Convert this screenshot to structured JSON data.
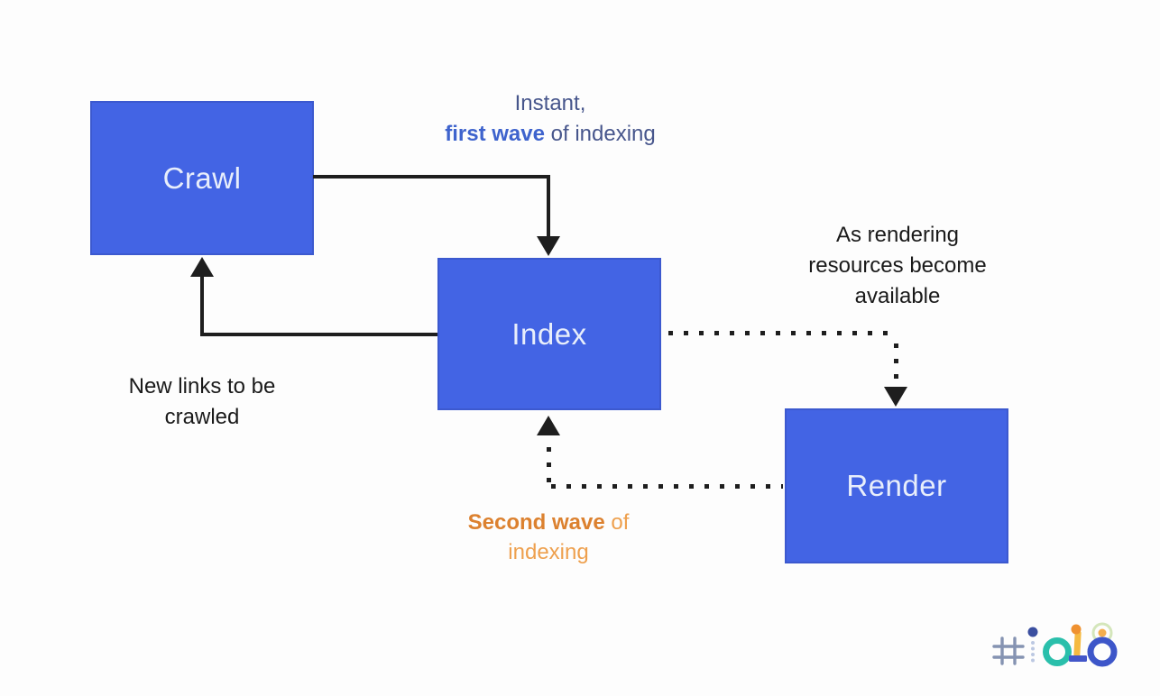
{
  "title": "Crawl Index Render flow diagram",
  "colors": {
    "bg": "#fdfdfd",
    "box_fill": "#4364e4",
    "box_border": "#3c59cf",
    "box_text": "#e8eefb",
    "arrow": "#1e1e1e",
    "slate_blue_text": "#47568c",
    "accent_blue_text": "#3e63cd",
    "black_text": "#1a1a1a",
    "orange_bold": "#dc812f",
    "orange_regular": "#eea04e",
    "logo_hash": "#8593b2",
    "logo_i_dot": "#3b4fa0",
    "logo_i_stem": "#bcc8e2",
    "logo_o_ring": "#2abfab",
    "logo_one_ball": "#ef9130",
    "logo_one_stem": "#f5ba41",
    "logo_one_base": "#4356c9",
    "logo_halo": "#d4e6bb",
    "logo_halo_core": "#f3ae4e",
    "logo_eight_ring": "#3d56c9"
  },
  "nodes": {
    "crawl": {
      "label": "Crawl"
    },
    "index": {
      "label": "Index"
    },
    "render": {
      "label": "Render"
    }
  },
  "edges": [
    {
      "from": "crawl",
      "to": "index",
      "style": "solid",
      "label": "Instant, first wave of indexing"
    },
    {
      "from": "index",
      "to": "crawl",
      "style": "solid",
      "label": "New links to be crawled"
    },
    {
      "from": "index",
      "to": "render",
      "style": "dotted",
      "label": "As rendering resources become available"
    },
    {
      "from": "render",
      "to": "index",
      "style": "dotted",
      "label": "Second wave of indexing"
    }
  ],
  "annotations": {
    "first_wave": {
      "line1": "Instant,",
      "line2_bold": "first wave",
      "line2_rest": " of indexing"
    },
    "as_rendering": {
      "line1": "As rendering",
      "line2": "resources become",
      "line3": "available"
    },
    "new_links": {
      "line1": "New links to be",
      "line2": "crawled"
    },
    "second_wave": {
      "line1_bold": "Second wave",
      "line1_rest": " of",
      "line2": "indexing"
    }
  },
  "footer": {
    "hashtag": "#io18"
  }
}
